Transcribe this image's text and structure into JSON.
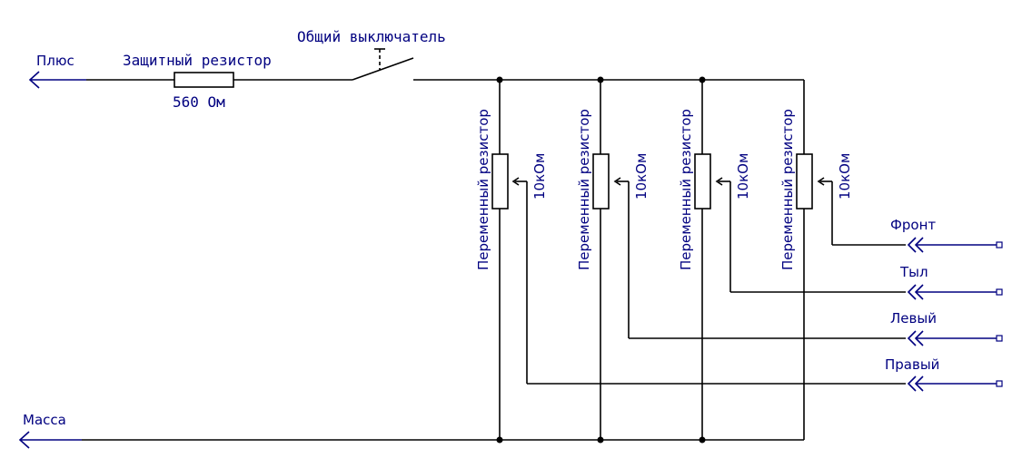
{
  "labels": {
    "plus": "Плюс",
    "ground": "Масса",
    "protect_resistor": "Защитный резистор",
    "protect_value": "560 Ом",
    "main_switch": "Общий выключатель"
  },
  "pots": [
    {
      "name": "Переменный резистор",
      "value": "10кОм"
    },
    {
      "name": "Переменный резистор",
      "value": "10кОм"
    },
    {
      "name": "Переменный резистор",
      "value": "10кОм"
    },
    {
      "name": "Переменный резистор",
      "value": "10кОм"
    }
  ],
  "outputs": [
    {
      "label": "Фронт"
    },
    {
      "label": "Тыл"
    },
    {
      "label": "Левый"
    },
    {
      "label": "Правый"
    }
  ],
  "colors": {
    "wire": "#000000",
    "label": "#000080"
  }
}
